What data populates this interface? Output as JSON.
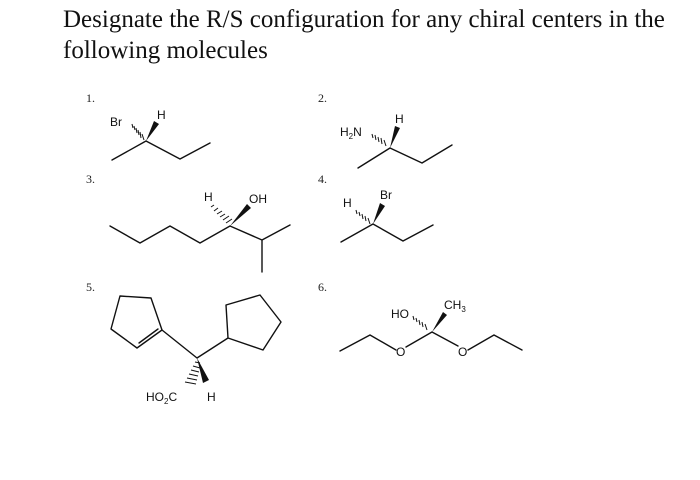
{
  "question": "Designate the R/S configuration for any chiral centers in the following molecules",
  "problems": [
    {
      "number": "1.",
      "labels": {
        "br": "Br",
        "h": "H"
      }
    },
    {
      "number": "2.",
      "labels": {
        "h2n": "H",
        "h2n_sub": "2",
        "h2n_end": "N",
        "h": "H"
      }
    },
    {
      "number": "3.",
      "labels": {
        "h": "H",
        "oh": "OH"
      }
    },
    {
      "number": "4.",
      "labels": {
        "h": "H",
        "br": "Br"
      }
    },
    {
      "number": "5.",
      "labels": {
        "ho2c": "HO",
        "ho2c_sub": "2",
        "ho2c_end": "C",
        "h": "H"
      }
    },
    {
      "number": "6.",
      "labels": {
        "ho": "HO",
        "ch3": "CH",
        "ch3_sub": "3",
        "o_left": "O",
        "o_right": "O"
      }
    }
  ]
}
